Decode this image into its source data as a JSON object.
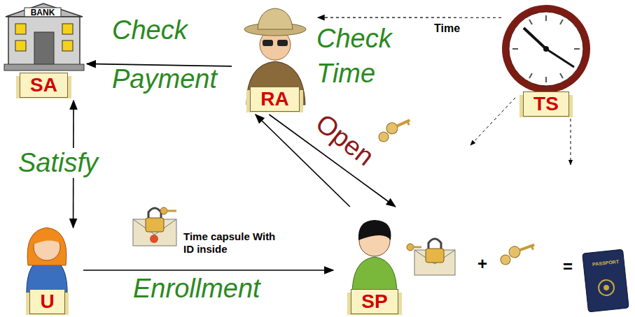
{
  "diagram": {
    "nodes": [
      {
        "text": [
          "SA"
        ]
      },
      {
        "text": [
          "RA"
        ]
      },
      {
        "text": [
          "TS"
        ]
      },
      {
        "text": [
          "U"
        ]
      },
      {
        "text": [
          "SP"
        ]
      }
    ],
    "edges": [
      {
        "from": 1,
        "to": 0,
        "label": "Check Payment",
        "arrow": "to"
      },
      {
        "from": 2,
        "to": 1,
        "label": "Time",
        "arrow": "to"
      },
      {
        "from": 0,
        "to": 3,
        "label": "Satisfy",
        "arrow": "both"
      },
      {
        "from": 3,
        "to": 4,
        "label": "Enrollment",
        "arrow": "to"
      },
      {
        "from": 1,
        "to": 4,
        "label": "Open",
        "arrow": "to"
      },
      {
        "from": 4,
        "to": 1,
        "arrow": "to"
      }
    ],
    "labels": [
      "Check Time",
      "Time capsule With ID inside",
      "BANK",
      "+",
      "=",
      "PASSPORT"
    ]
  }
}
